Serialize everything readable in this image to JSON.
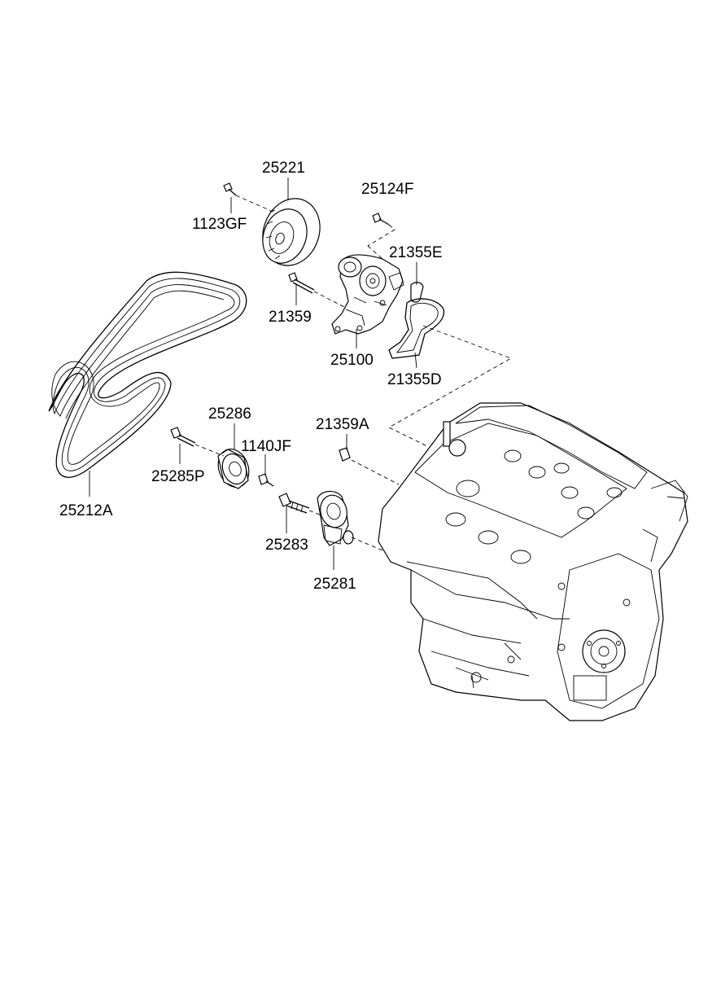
{
  "labels": {
    "p25221": "25221",
    "p1123GF": "1123GF",
    "p25124F": "25124F",
    "p21355E": "21355E",
    "p21359": "21359",
    "p25100": "25100",
    "p21355D": "21355D",
    "p21359A": "21359A",
    "p25286": "25286",
    "p1140JF": "1140JF",
    "p25285P": "25285P",
    "p25283": "25283",
    "p25281": "25281",
    "p25212A": "25212A"
  }
}
